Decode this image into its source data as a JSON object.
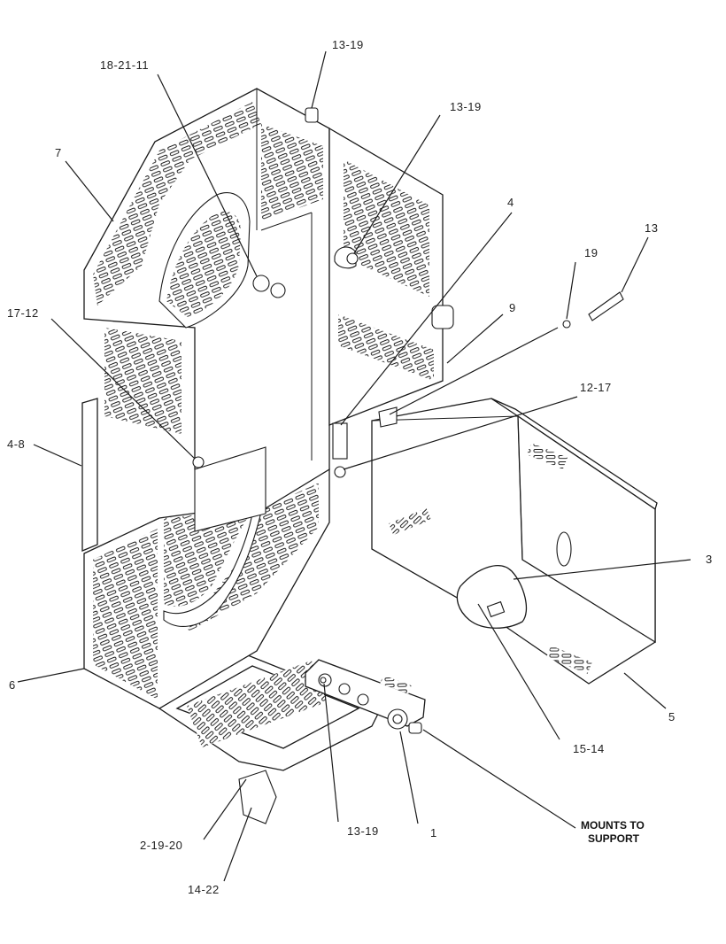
{
  "diagram": {
    "callouts": {
      "c13_19_top": "13-19",
      "c18_21_11": "18-21-11",
      "c13_19_upper": "13-19",
      "c7": "7",
      "c4": "4",
      "c13": "13",
      "c19": "19",
      "c9": "9",
      "c17_12": "17-12",
      "c12_17": "12-17",
      "c4_8": "4-8",
      "c3": "3",
      "c6": "6",
      "c5": "5",
      "c15_14": "15-14",
      "c13_19_bottom": "13-19",
      "c1": "1",
      "c2_19_20": "2-19-20",
      "c14_22": "14-22"
    },
    "notes": {
      "mounts_line1": "MOUNTS TO",
      "mounts_line2": "SUPPORT"
    },
    "parts": [
      {
        "id": "upper-guard-panel",
        "callout": "7"
      },
      {
        "id": "lower-guard-panel",
        "callout": "6"
      },
      {
        "id": "side-strip",
        "callout": "4-8"
      },
      {
        "id": "housing-box",
        "callout": "5"
      },
      {
        "id": "mounting-bracket",
        "callout": "1"
      },
      {
        "id": "clamp",
        "callout": "3"
      }
    ]
  }
}
